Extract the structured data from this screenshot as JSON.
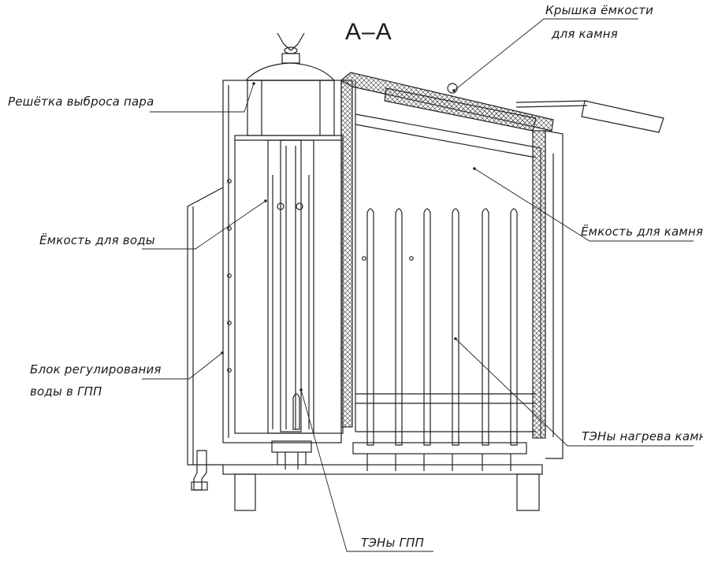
{
  "section_title": "A–A",
  "labels": {
    "lid_line1": "Крышка ёмкости",
    "lid_line2": "для камня",
    "steam_grate": "Решётка выброса пара",
    "water_tank": "Ёмкость для воды",
    "stone_tank": "Ёмкость для камня",
    "water_control_line1": "Блок регулирования",
    "water_control_line2": "воды в ГПП",
    "stone_heaters": "ТЭНы нагрева камня",
    "gpp_heaters": "ТЭНы ГПП"
  },
  "colors": {
    "line": "#222222",
    "hatch": "#555555",
    "paper": "#ffffff"
  }
}
